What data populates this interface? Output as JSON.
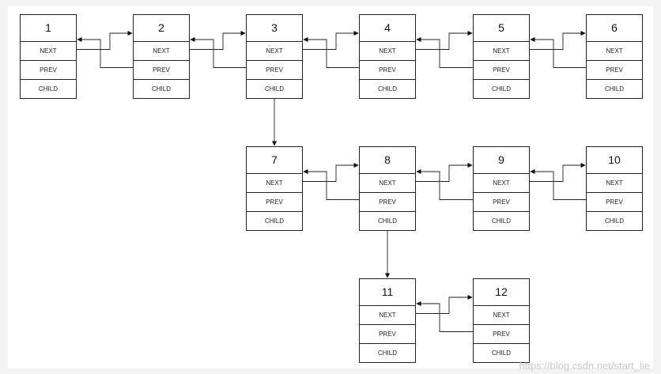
{
  "field_labels": {
    "next": "NEXT",
    "prev": "PREV",
    "child": "CHILD"
  },
  "nodes": [
    {
      "id": "1"
    },
    {
      "id": "2"
    },
    {
      "id": "3"
    },
    {
      "id": "4"
    },
    {
      "id": "5"
    },
    {
      "id": "6"
    },
    {
      "id": "7"
    },
    {
      "id": "8"
    },
    {
      "id": "9"
    },
    {
      "id": "10"
    },
    {
      "id": "11"
    },
    {
      "id": "12"
    }
  ],
  "sibling_links": [
    [
      "1",
      "2"
    ],
    [
      "2",
      "3"
    ],
    [
      "3",
      "4"
    ],
    [
      "4",
      "5"
    ],
    [
      "5",
      "6"
    ],
    [
      "7",
      "8"
    ],
    [
      "8",
      "9"
    ],
    [
      "9",
      "10"
    ],
    [
      "11",
      "12"
    ]
  ],
  "child_links": [
    [
      "3",
      "7"
    ],
    [
      "8",
      "11"
    ]
  ],
  "watermark": "https://blog.csdn.net/start_lie"
}
